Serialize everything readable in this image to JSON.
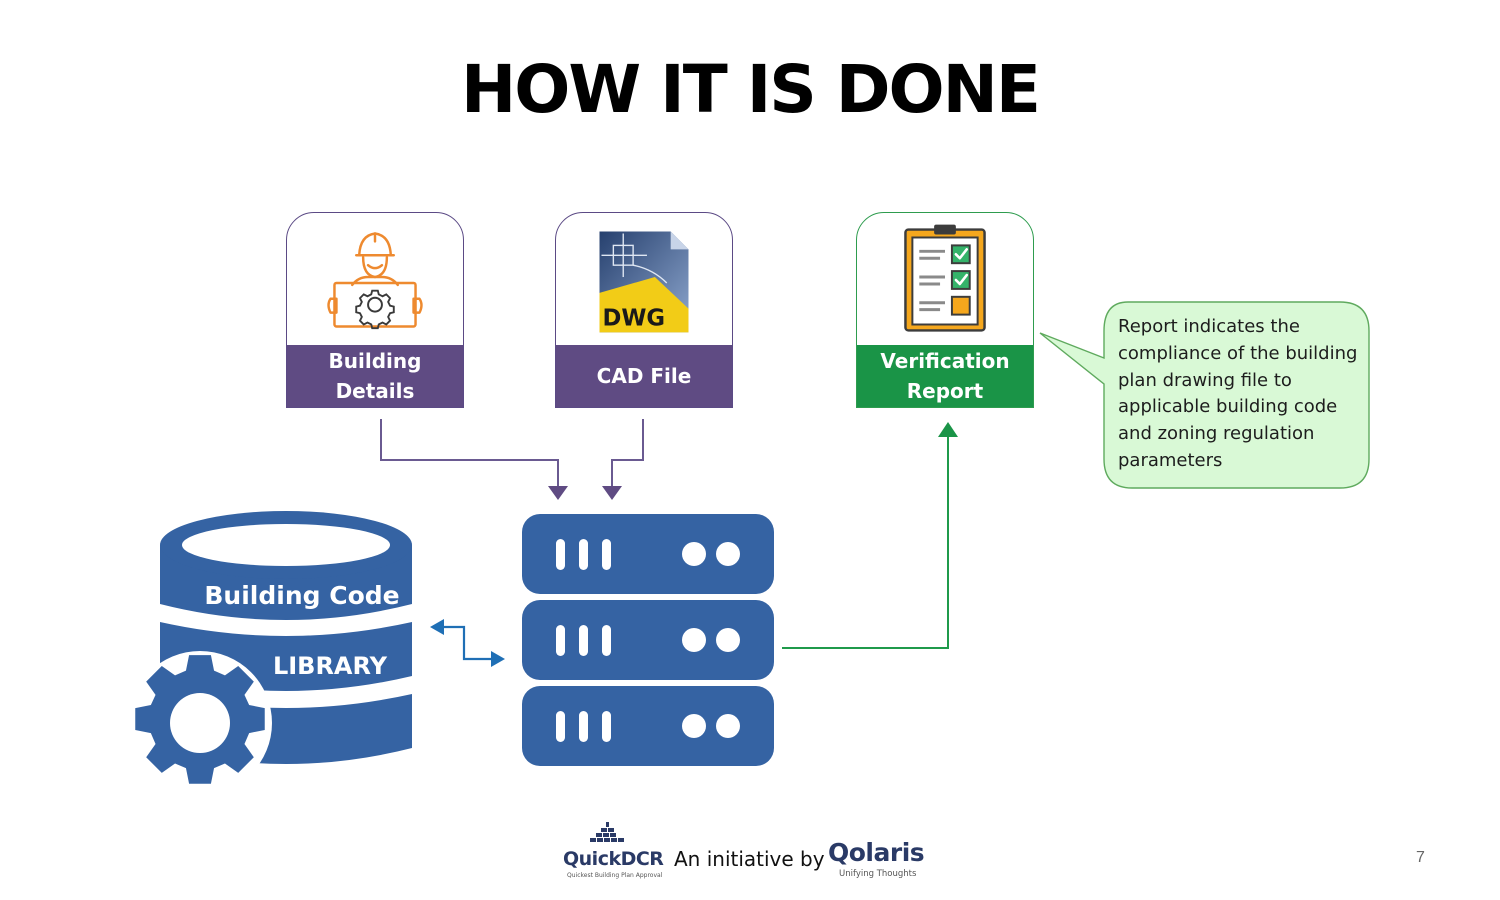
{
  "slide": {
    "title": "HOW IT IS DONE",
    "page_number": "7"
  },
  "cards": {
    "building_details": {
      "label_line1": "Building",
      "label_line2": "Details",
      "icon": "worker-with-gear-board-icon"
    },
    "cad_file": {
      "label": "CAD File",
      "icon": "dwg-file-icon",
      "icon_text": "DWG"
    },
    "verification_report": {
      "label_line1": "Verification",
      "label_line2": "Report",
      "icon": "checklist-clipboard-icon"
    }
  },
  "callout": {
    "text": "Report indicates the compliance of the building plan drawing file to applicable building code and zoning regulation parameters"
  },
  "database": {
    "label_top": "Building Code",
    "label_bottom": "LIBRARY",
    "icon": "database-gear-icon"
  },
  "server": {
    "icon": "server-rack-icon"
  },
  "footer": {
    "brand_left": "QuickDCR",
    "brand_left_tagline": "Quickest Building Plan Approval",
    "initiative_text": "An initiative by",
    "brand_right": "Qolaris",
    "brand_right_tagline": "Unifying Thoughts"
  },
  "colors": {
    "purple": "#5f4b83",
    "green": "#1a9447",
    "blue": "#3563a3",
    "callout_fill": "#d9f9d6",
    "arrow_blue": "#1f6fb5"
  }
}
